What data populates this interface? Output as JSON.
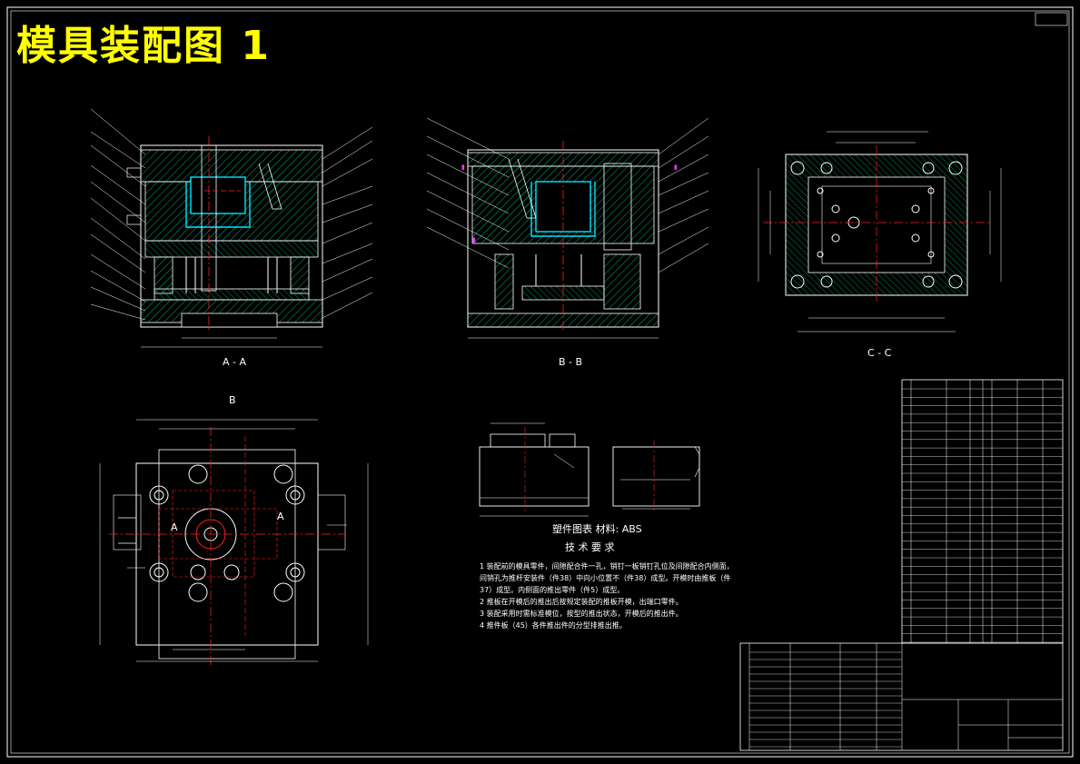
{
  "title": "模具装配图 1",
  "section_labels": {
    "aa": "A - A",
    "bb": "B - B",
    "cc": "C - C",
    "b_mark": "B",
    "a_left": "A",
    "a_right": "A"
  },
  "part_material_label": "塑件图表  材料: ABS",
  "tech_heading": "技  术  要  求",
  "tech_notes": [
    "1   装配前的模具零件，间隙配合件一孔，销钉一板销钉孔位及间隙配合内侧面，",
    "    间销孔为推杆安装件（件38）中向小位置不（件38）成型。开模时由推板（件",
    "    37）成型。内侧面的推出零件（件5）成型。",
    "2   推板在开模后的推出后按规定装配的推板开模，出端口零件。",
    "3   装配采用时需标准模位，按型的推出状态，开模后的推出件。",
    "4   推件板（45）各件推出件的分型排推出推。"
  ],
  "colors": {
    "background": "#000000",
    "outline": "#ffffff",
    "hatch": "#00a87a",
    "cavity": "#00e5ff",
    "center": "#ff2020",
    "title": "#ffff00",
    "magenta": "#ff33ff"
  }
}
